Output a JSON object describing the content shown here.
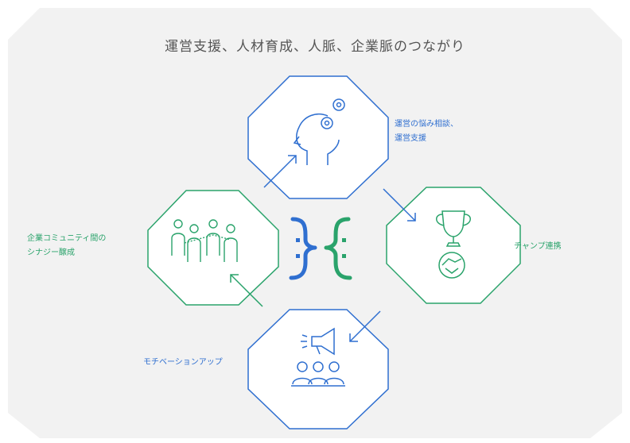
{
  "title": "運営支援、人材育成、人脈、企業脈のつながり",
  "nodes": {
    "top": {
      "label_lines": [
        "運営の悩み相談、",
        "運営支援"
      ],
      "icon": "head-gears-icon"
    },
    "right": {
      "label_lines": [
        "チャンプ連携"
      ],
      "icon": "trophy-handshake-icon"
    },
    "bottom": {
      "label_lines": [
        "モチベーションアップ"
      ],
      "icon": "megaphone-team-icon"
    },
    "left": {
      "label_lines": [
        "企業コミュニティ間の",
        "シナジー醸成"
      ],
      "icon": "team-network-icon"
    }
  },
  "center": {
    "icon": "bracket-logo-icon"
  },
  "colors": {
    "background": "#f2f2f2",
    "blue": "#2f6fd0",
    "green": "#2aa36b",
    "title": "#555555"
  }
}
